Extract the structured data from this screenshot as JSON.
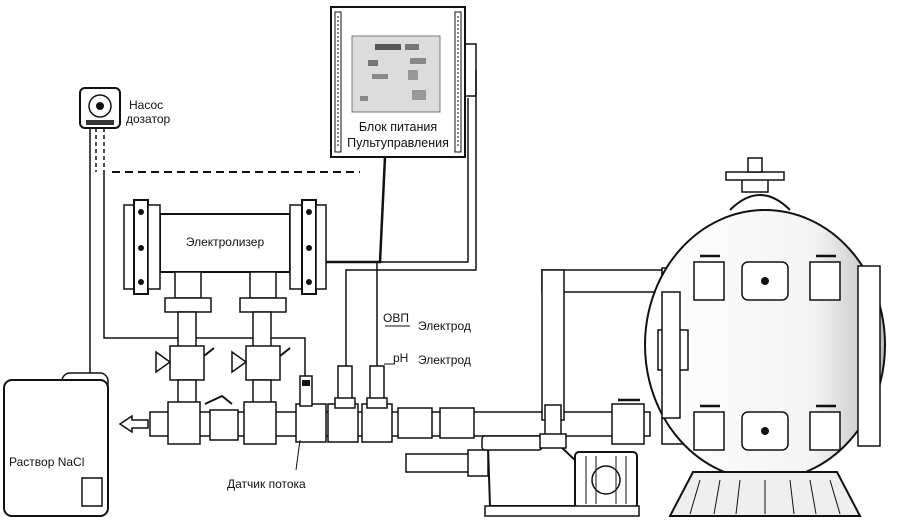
{
  "labels": {
    "dosing_pump_line1": "Насос",
    "dosing_pump_line2": "дозатор",
    "control_panel_line1": "Блок питания",
    "control_panel_line2": "Пультуправления",
    "electrolyzer": "Электролизер",
    "orp": "ОВП",
    "orp_electrode": "Электрод",
    "ph": "pH",
    "ph_electrode": "Электрод",
    "solution_tank": "Раствор NaCl",
    "flow_sensor": "Датчик потока"
  },
  "colors": {
    "line": "#111111",
    "pipe_fill": "#ffffff",
    "panel_screen": "#d9d9d9"
  }
}
